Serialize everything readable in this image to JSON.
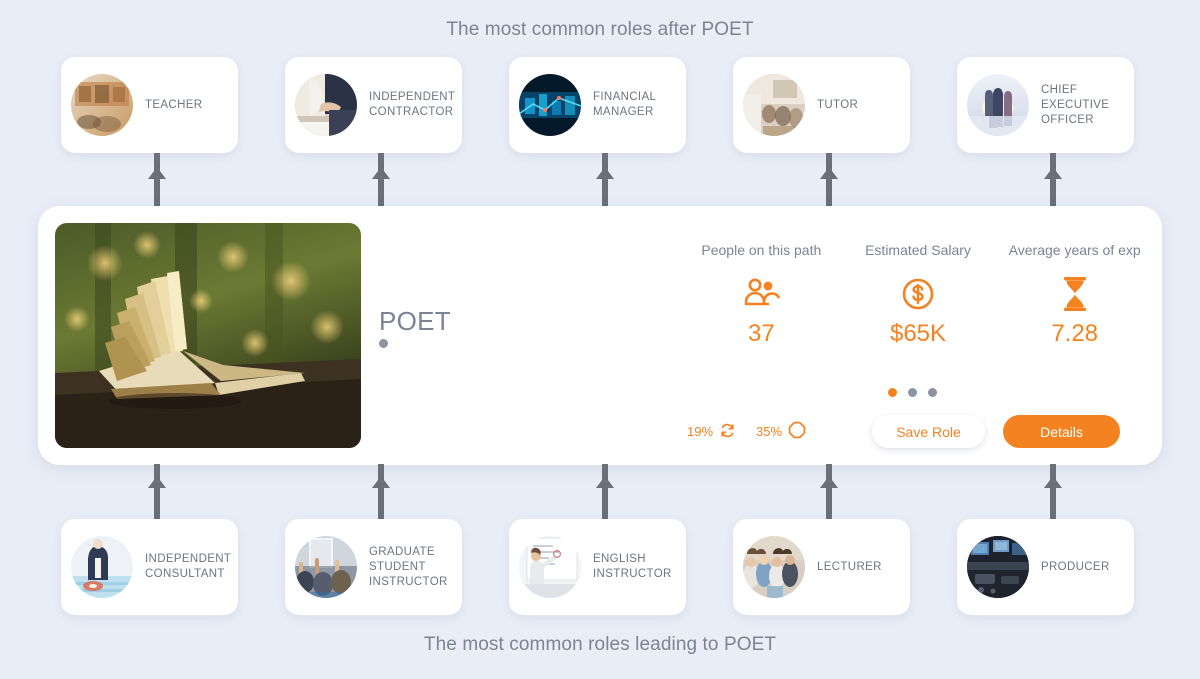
{
  "captions": {
    "top": "The most common roles after POET",
    "bottom": "The most common roles leading to POET"
  },
  "colors": {
    "accent": "#f58220",
    "background": "#e9edf7",
    "card": "#ffffff",
    "text_muted": "#7c8494",
    "connector": "#6b6f78"
  },
  "center_role": {
    "title": "POET",
    "image_alt": "open-book-on-railing-photo",
    "stats": [
      {
        "label": "People on this path",
        "value": "37",
        "icon": "people-icon"
      },
      {
        "label": "Estimated Salary",
        "value": "$65K",
        "icon": "dollar-circle-icon"
      },
      {
        "label": "Average years of exp",
        "value": "7.28",
        "icon": "hourglass-icon"
      }
    ],
    "metrics": [
      {
        "value": "19%",
        "icon": "rotate-arrows-icon"
      },
      {
        "value": "35%",
        "icon": "octagon-outline-icon"
      }
    ],
    "carousel": {
      "total": 3,
      "active_index": 0
    },
    "buttons": {
      "save": "Save Role",
      "details": "Details"
    }
  },
  "roles_after": [
    {
      "label": "TEACHER",
      "image_alt": "classroom-lecture-hall-photo"
    },
    {
      "label": "INDEPENDENT\nCONTRACTOR",
      "image_alt": "handshake-over-desk-photo"
    },
    {
      "label": "FINANCIAL\nMANAGER",
      "image_alt": "blue-stock-data-photo"
    },
    {
      "label": "TUTOR",
      "image_alt": "students-in-classroom-photo"
    },
    {
      "label": "CHIEF\nEXECUTIVE\nOFFICER",
      "image_alt": "executives-silhouette-photo"
    }
  ],
  "roles_leading_to": [
    {
      "label": "INDEPENDENT\nCONSULTANT",
      "image_alt": "consultant-by-water-photo"
    },
    {
      "label": "GRADUATE\nSTUDENT\nINSTRUCTOR",
      "image_alt": "students-raising-hands-photo"
    },
    {
      "label": "ENGLISH\nINSTRUCTOR",
      "image_alt": "teacher-at-whiteboard-photo"
    },
    {
      "label": "LECTURER",
      "image_alt": "audience-group-photo"
    },
    {
      "label": "PRODUCER",
      "image_alt": "production-control-room-photo"
    }
  ]
}
